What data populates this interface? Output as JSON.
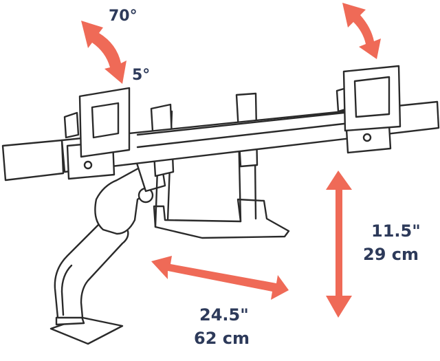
{
  "labels": {
    "tilt_up": "70°",
    "tilt_down": "5°",
    "height_in": "11.5\"",
    "height_cm": "29 cm",
    "reach_in": "24.5\"",
    "reach_cm": "62 cm"
  },
  "colors": {
    "arrow": "#ef6a57",
    "text": "#2d3a5a",
    "outline": "#2a2a2a"
  }
}
